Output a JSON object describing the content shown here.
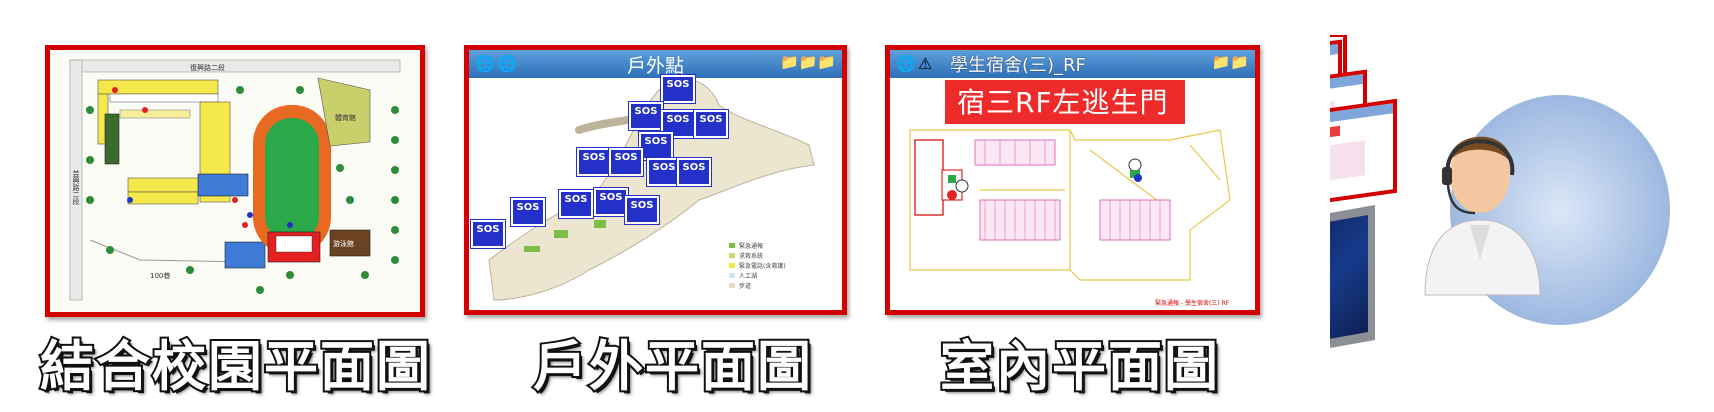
{
  "captions": {
    "campus": "結合校園平面圖",
    "outdoor": "戶外平面圖",
    "indoor": "室內平面圖"
  },
  "panel_outdoor": {
    "title": "戶外點",
    "sos_label": "SOS",
    "legend": [
      "緊急通報",
      "求救系統",
      "緊急電話(含救護)",
      "人工湖",
      "步道"
    ]
  },
  "panel_indoor": {
    "title": "學生宿舍(三)_RF",
    "alert_label": "宿三RF左逃生門",
    "footer": "緊急通報 - 學生宿舍(三) RF"
  },
  "panel_campus": {
    "road_top": "復興路二段",
    "road_left": "芸興路二段",
    "road_bottom": "100巷",
    "building_right": "體育館",
    "building_bottom": "游泳館"
  },
  "colors": {
    "frame_red": "#d40000",
    "title_blue": "#3a7cc6",
    "sos_blue": "#2431c8",
    "track_orange": "#e86a22",
    "field_green": "#2aa84a"
  }
}
